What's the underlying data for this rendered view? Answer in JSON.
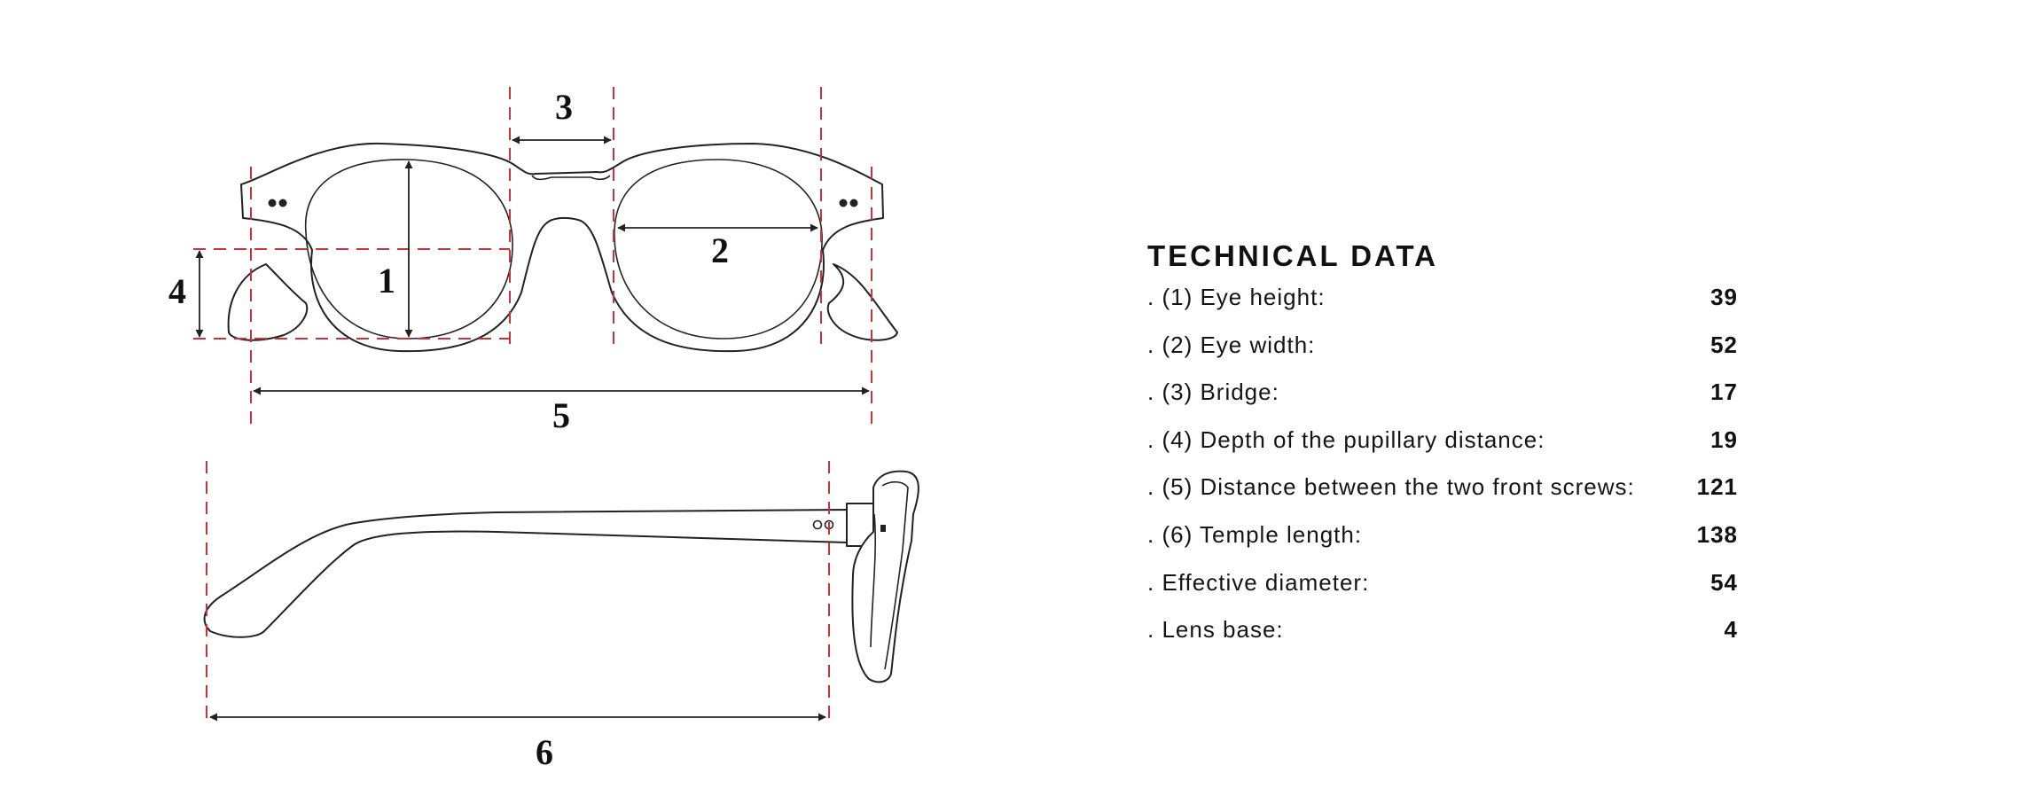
{
  "diagram": {
    "dimension_labels": [
      "1",
      "2",
      "3",
      "4",
      "5",
      "6"
    ],
    "guide_color": "#c8323c",
    "line_color": "#222222"
  },
  "technical_data": {
    "title": "TECHNICAL DATA",
    "rows": [
      {
        "label": ". (1) Eye height:",
        "value": "39"
      },
      {
        "label": ". (2) Eye width:",
        "value": "52"
      },
      {
        "label": ". (3) Bridge:",
        "value": "17"
      },
      {
        "label": ". (4) Depth of the pupillary distance:",
        "value": "19"
      },
      {
        "label": ". (5) Distance between the two front screws:",
        "value": "121"
      },
      {
        "label": ". (6) Temple length:",
        "value": "138"
      },
      {
        "label": ". Effective diameter:",
        "value": "54"
      },
      {
        "label": ". Lens base:",
        "value": "4"
      }
    ]
  }
}
